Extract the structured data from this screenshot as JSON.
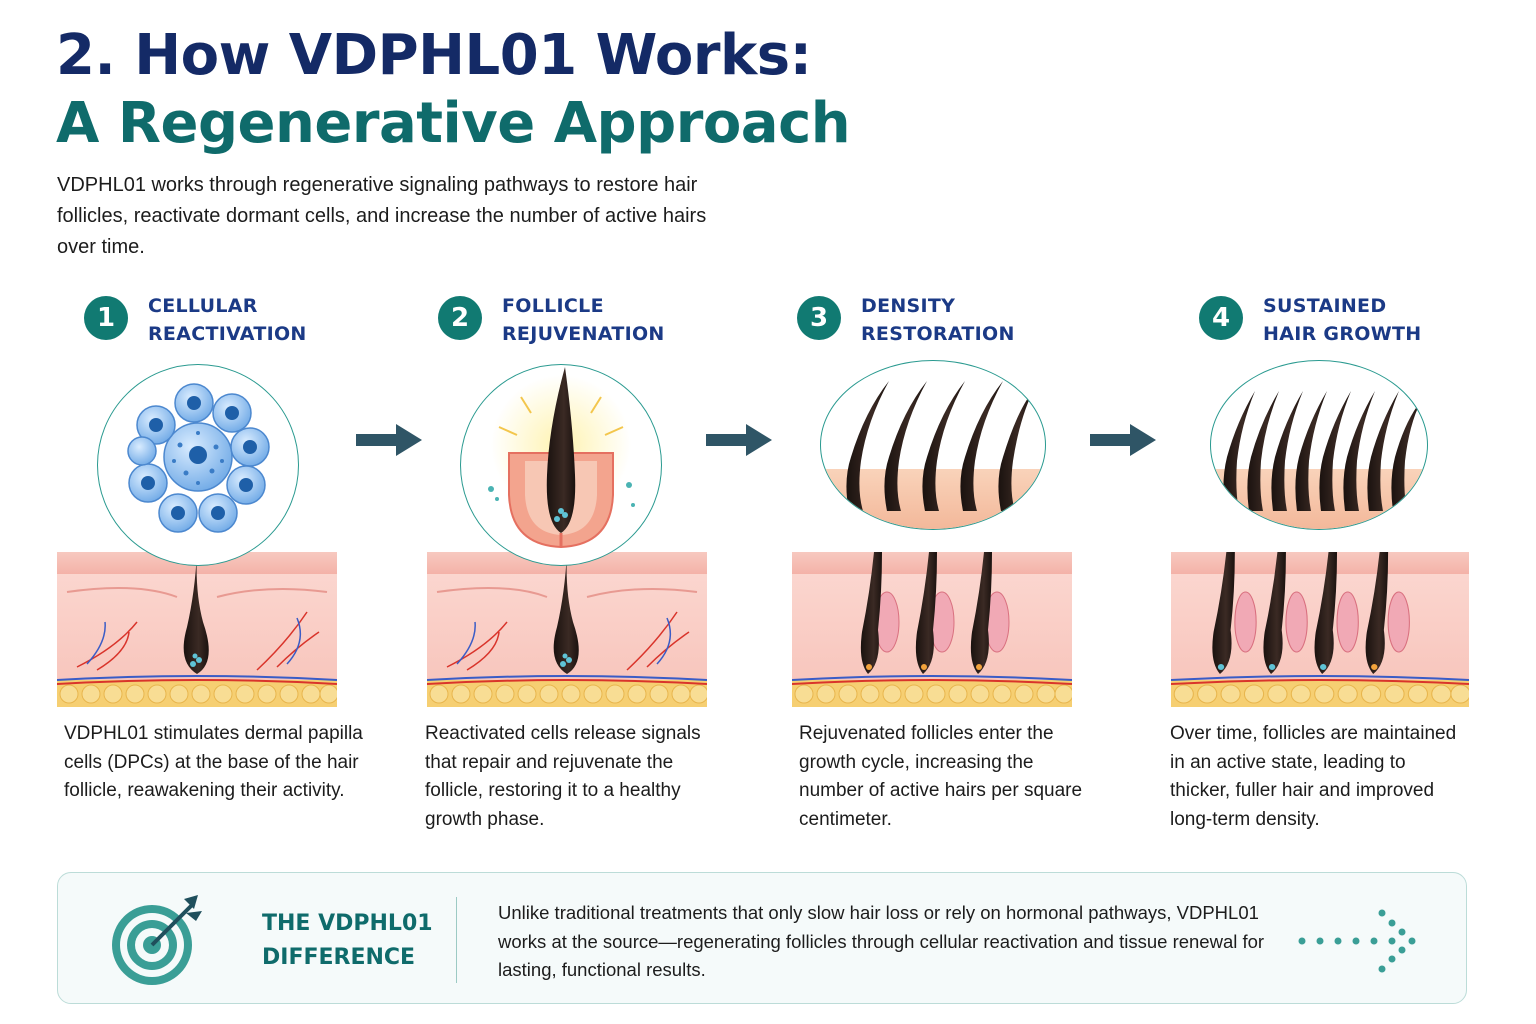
{
  "title": {
    "line1": "2. How VDPHL01 Works:",
    "line2": "A Regenerative Approach"
  },
  "intro": "VDPHL01 works through regenerative signaling pathways to restore hair follicles, reactivate dormant cells, and increase the number of active hairs over time.",
  "steps": [
    {
      "number": "1",
      "title_line1": "CELLULAR",
      "title_line2": "REACTIVATION",
      "description": "VDPHL01 stimulates dermal papilla cells (DPCs) at the base of the hair follicle, reawakening their activity."
    },
    {
      "number": "2",
      "title_line1": "FOLLICLE",
      "title_line2": "REJUVENATION",
      "description": "Reactivated cells release signals that repair and rejuvenate the follicle, restoring it to a healthy growth phase."
    },
    {
      "number": "3",
      "title_line1": "DENSITY",
      "title_line2": "RESTORATION",
      "description": "Rejuvenated follicles enter the growth cycle, increasing the number of active hairs per square centimeter."
    },
    {
      "number": "4",
      "title_line1": "SUSTAINED",
      "title_line2": "HAIR GROWTH",
      "description": "Over time, follicles are maintained in an active state, leading to thicker, fuller hair and improved long-term density."
    }
  ],
  "difference": {
    "title_line1": "THE VDPHL01",
    "title_line2": "DIFFERENCE",
    "text": "Unlike traditional treatments that only slow hair loss or rely on hormonal pathways, VDPHL01 works at the source—regenerating follicles through cellular reactivation and tissue renewal for lasting, functional results."
  },
  "colors": {
    "navy": "#142a66",
    "teal": "#0f6b6b",
    "step_badge": "#117a72",
    "arrow": "#2f5566"
  },
  "icons": [
    "target-icon",
    "dotted-arrow-icon",
    "arrow-right-icon"
  ]
}
